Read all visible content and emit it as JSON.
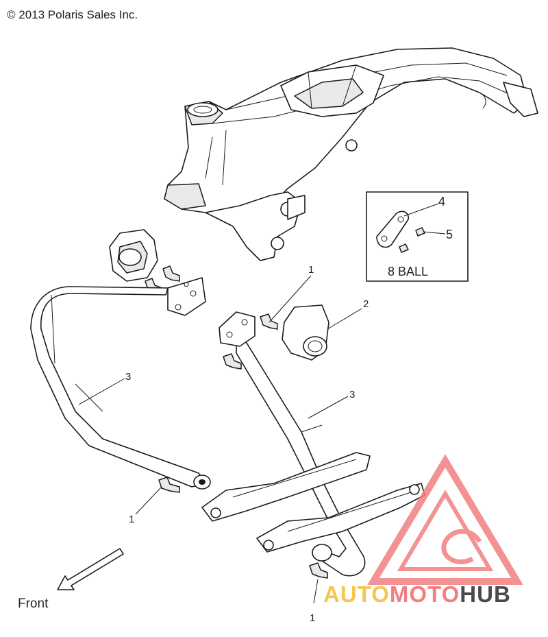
{
  "copyright": "© 2013 Polaris Sales Inc.",
  "callouts": {
    "c1_top": "1",
    "c2": "2",
    "c3_left": "3",
    "c3_right": "3",
    "c1_left": "1",
    "c1_bottom": "1",
    "c4": "4",
    "c5": "5"
  },
  "kit_label": "8 BALL",
  "direction_label": "Front",
  "watermark": {
    "part1": "AUTO",
    "part2": "MOTO",
    "part3": "HUB",
    "color1": "#f5c451",
    "color2": "#f27f7f",
    "color3": "#4a4a4a"
  }
}
